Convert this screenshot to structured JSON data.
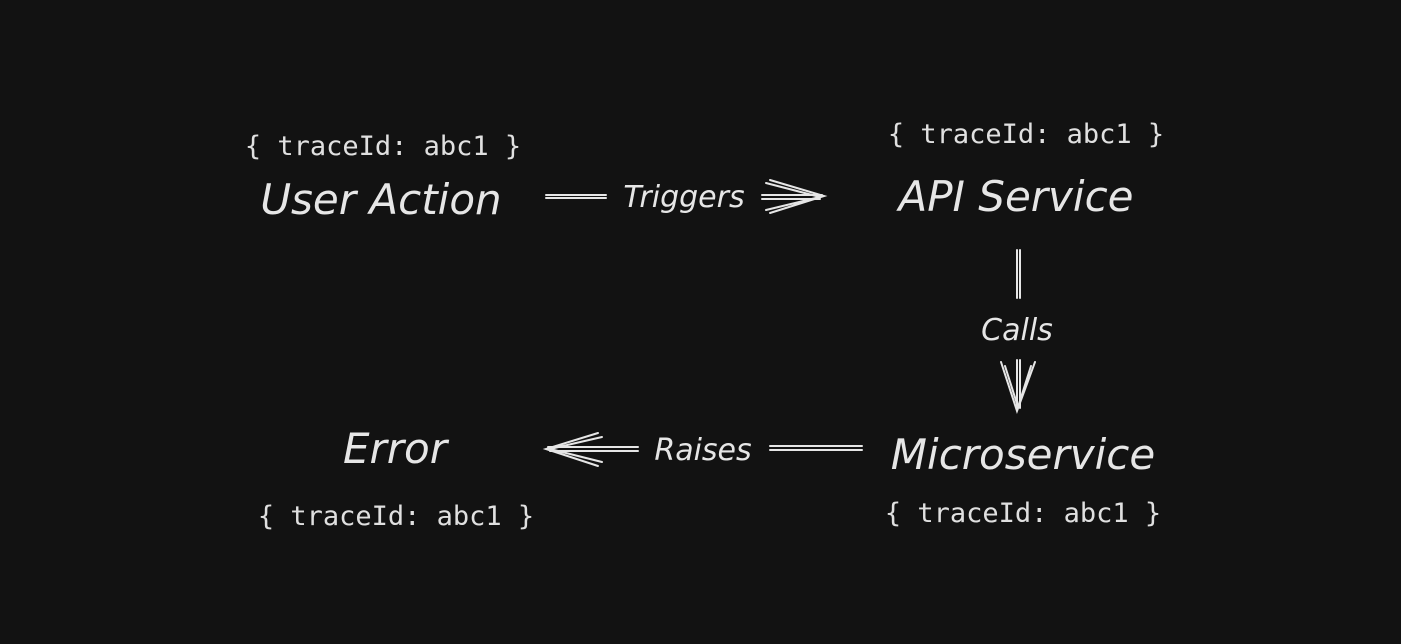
{
  "nodes": {
    "user_action": {
      "label": "User Action",
      "trace": "{ traceId: abc1 }"
    },
    "api_service": {
      "label": "API Service",
      "trace": "{ traceId: abc1 }"
    },
    "microservice": {
      "label": "Microservice",
      "trace": "{ traceId: abc1 }"
    },
    "error": {
      "label": "Error",
      "trace": "{ traceId: abc1 }"
    }
  },
  "edges": {
    "triggers": {
      "label": "Triggers"
    },
    "calls": {
      "label": "Calls"
    },
    "raises": {
      "label": "Raises"
    }
  },
  "colors": {
    "background": "#121212",
    "foreground": "#e6e6e6"
  }
}
